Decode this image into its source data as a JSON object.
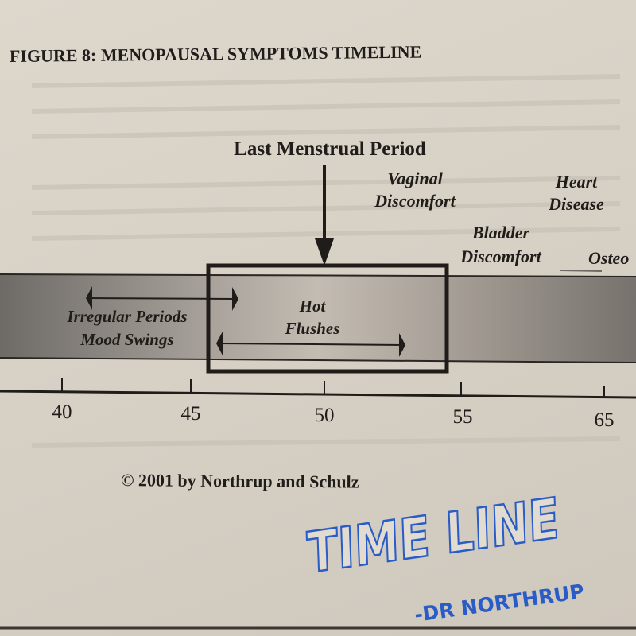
{
  "figure": {
    "title": "FIGURE 8: MENOPAUSAL SYMPTOMS TIMELINE",
    "event_label": "Last Menstrual Period",
    "symptoms": {
      "vaginal_1": "Vaginal",
      "vaginal_2": "Discomfort",
      "heart_1": "Heart",
      "heart_2": "Disease",
      "bladder_1": "Bladder",
      "bladder_2": "Discomfort",
      "osteo": "Osteo",
      "irregular": "Irregular Periods",
      "mood": "Mood Swings",
      "hot_1": "Hot",
      "hot_2": "Flushes"
    },
    "axis_ticks": [
      "40",
      "45",
      "50",
      "55",
      "65"
    ],
    "copyright": "© 2001 by Northrup and Schulz"
  },
  "overlay": {
    "title": "TIME LINE",
    "author": "-DR NORTHRUP",
    "color": "#2a5cc8"
  }
}
